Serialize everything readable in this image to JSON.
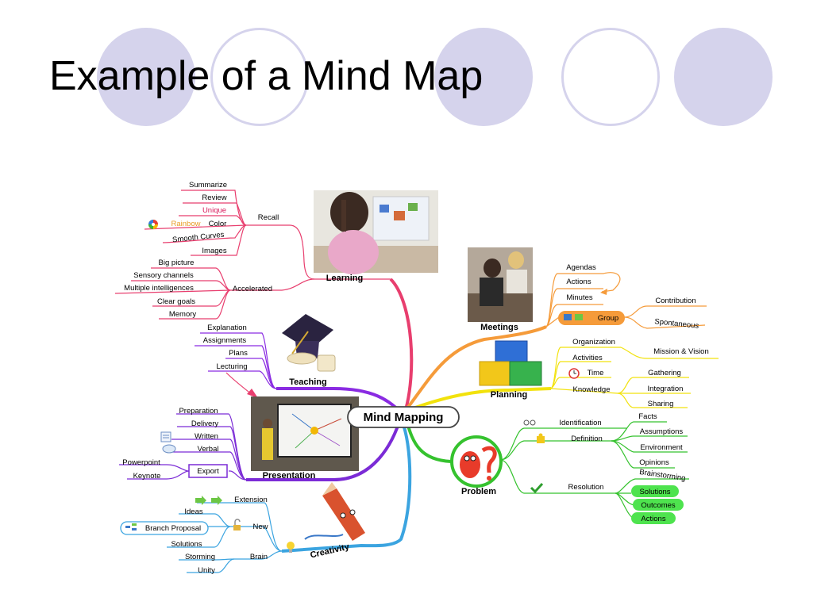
{
  "title": "Example of a Mind Map",
  "center": "Mind Mapping",
  "colors": {
    "learning": "#e83e6e",
    "teaching": "#8a2be2",
    "presentation": "#7b2bd6",
    "creativity": "#3ba4e0",
    "problem": "#35c22e",
    "planning": "#f2e20c",
    "meetings": "#f59b3a",
    "circle": "#d5d3ec"
  },
  "learning": {
    "title": "Learning",
    "recall": {
      "label": "Recall",
      "items": [
        "Summarize",
        "Review",
        "Unique",
        "Rainbow",
        "Color",
        "Smooth Curves",
        "Images"
      ]
    },
    "accelerated": {
      "label": "Accelerated",
      "items": [
        "Big picture",
        "Sensory channels",
        "Multiple intelligences",
        "Clear goals",
        "Memory"
      ]
    }
  },
  "teaching": {
    "title": "Teaching",
    "items": [
      "Explanation",
      "Assignments",
      "Plans",
      "Lecturing"
    ]
  },
  "presentation": {
    "title": "Presentation",
    "items": [
      "Preparation",
      "Delivery",
      "Written",
      "Verbal"
    ],
    "export": {
      "label": "Export",
      "items": [
        "Powerpoint",
        "Keynote"
      ]
    }
  },
  "creativity": {
    "title": "Creativity",
    "extension": "Extension",
    "new": {
      "label": "New",
      "items": [
        "Ideas",
        "Branch Proposal",
        "Solutions"
      ]
    },
    "brain": {
      "label": "Brain",
      "items": [
        "Storming",
        "Unity"
      ]
    }
  },
  "meetings": {
    "title": "Meetings",
    "items": [
      "Agendas",
      "Actions",
      "Minutes"
    ],
    "group": {
      "label": "Group",
      "items": [
        "Contribution",
        "Spontaneous"
      ]
    }
  },
  "planning": {
    "title": "Planning",
    "organization": "Organization",
    "mission": "Mission & Vision",
    "activities": "Activities",
    "time": "Time",
    "knowledge": {
      "label": "Knowledge",
      "items": [
        "Gathering",
        "Integration",
        "Sharing"
      ]
    }
  },
  "problem": {
    "title": "Problem",
    "identification": "Identification",
    "definition": {
      "label": "Definition",
      "items": [
        "Facts",
        "Assumptions",
        "Environment",
        "Opinions"
      ]
    },
    "resolution": {
      "label": "Resolution",
      "items": [
        "Brainstorming",
        "Solutions",
        "Outcomes",
        "Actions"
      ]
    }
  }
}
